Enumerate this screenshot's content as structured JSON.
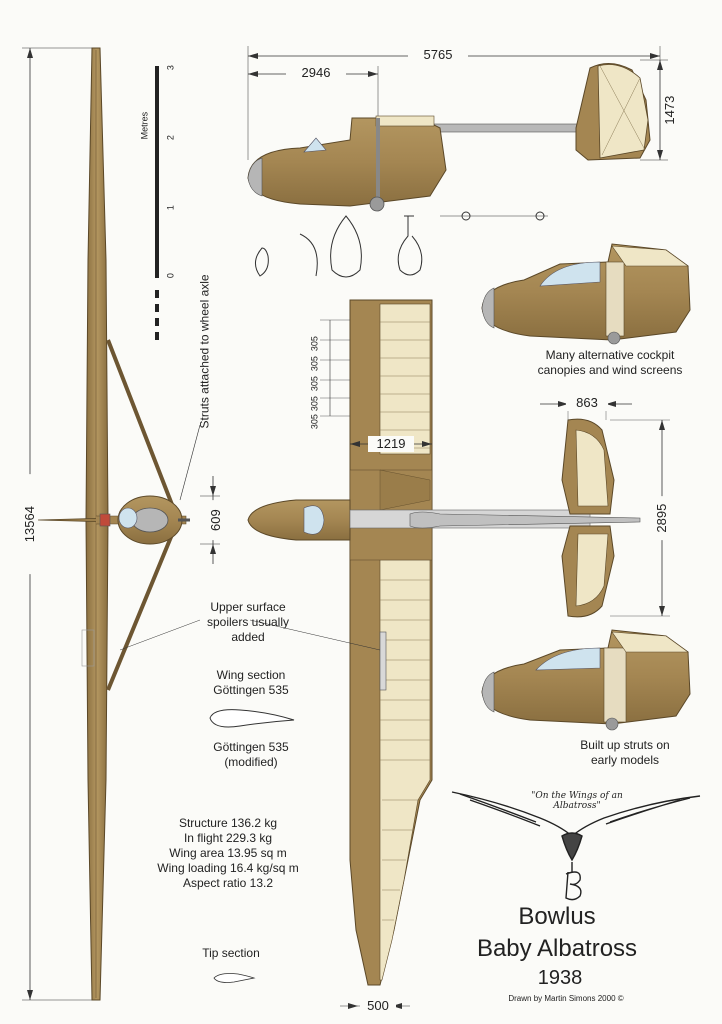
{
  "dimensions": {
    "overall_length": "5765",
    "fuselage_to_wing": "2946",
    "tail_height": "1473",
    "wingspan": "13564",
    "rib_spacing": [
      "305",
      "305",
      "305",
      "305",
      "305"
    ],
    "root_chord": "1219",
    "tailplane_chord": "863",
    "tailplane_span": "2895",
    "fuselage_height": "609",
    "tip_chord": "500"
  },
  "scale": {
    "label": "Metres",
    "ticks": [
      "3",
      "2",
      "1",
      "0"
    ]
  },
  "notes": {
    "struts_axle": "Struts attached to wheel axle",
    "cockpit_variants": "Many alternative cockpit canopies and wind screens",
    "spoilers": "Upper surface spoilers usually added",
    "wing_section": "Wing section Göttingen 535",
    "modified_section": "Göttingen 535 (modified)",
    "built_up_struts": "Built up struts on early models",
    "tip_section": "Tip section"
  },
  "specs": [
    "Structure 136.2 kg",
    "In flight 229.3 kg",
    "Wing area 13.95 sq m",
    "Wing loading 16.4 kg/sq m",
    "Aspect ratio 13.2"
  ],
  "logo_text": "\"On the Wings of an Albatross\"",
  "title": {
    "line1": "Bowlus",
    "line2": "Baby Albatross",
    "year": "1938"
  },
  "credit": "Drawn by Martin Simons 2000 ©",
  "colors": {
    "wood": "#a48652",
    "wood_dark": "#7a6238",
    "fabric": "#efe6c6",
    "metal": "#b8b8b8",
    "canopy": "#cfe3ee",
    "line": "#333333"
  }
}
